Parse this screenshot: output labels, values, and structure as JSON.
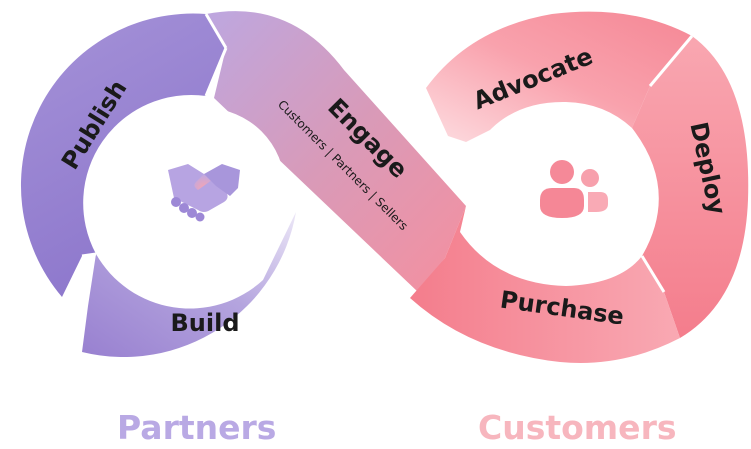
{
  "partners": {
    "publish": "Publish",
    "build": "Build"
  },
  "engage": {
    "title": "Engage",
    "subtitle": "Customers | Partners | Sellers"
  },
  "customers": {
    "advocate": "Advocate",
    "deploy": "Deploy",
    "purchase": "Purchase"
  },
  "groups": {
    "partners": "Partners",
    "customers": "Customers"
  },
  "icons": {
    "left": "handshake-icon",
    "right": "people-group-icon"
  },
  "colors": {
    "purple_dark": "#8d76cc",
    "purple_light": "#e7e1f4",
    "pink": "#f47d8c",
    "pink_light": "#fcc3ca",
    "partners_text": "#b9a9e4",
    "customers_text": "#f7b6be"
  }
}
